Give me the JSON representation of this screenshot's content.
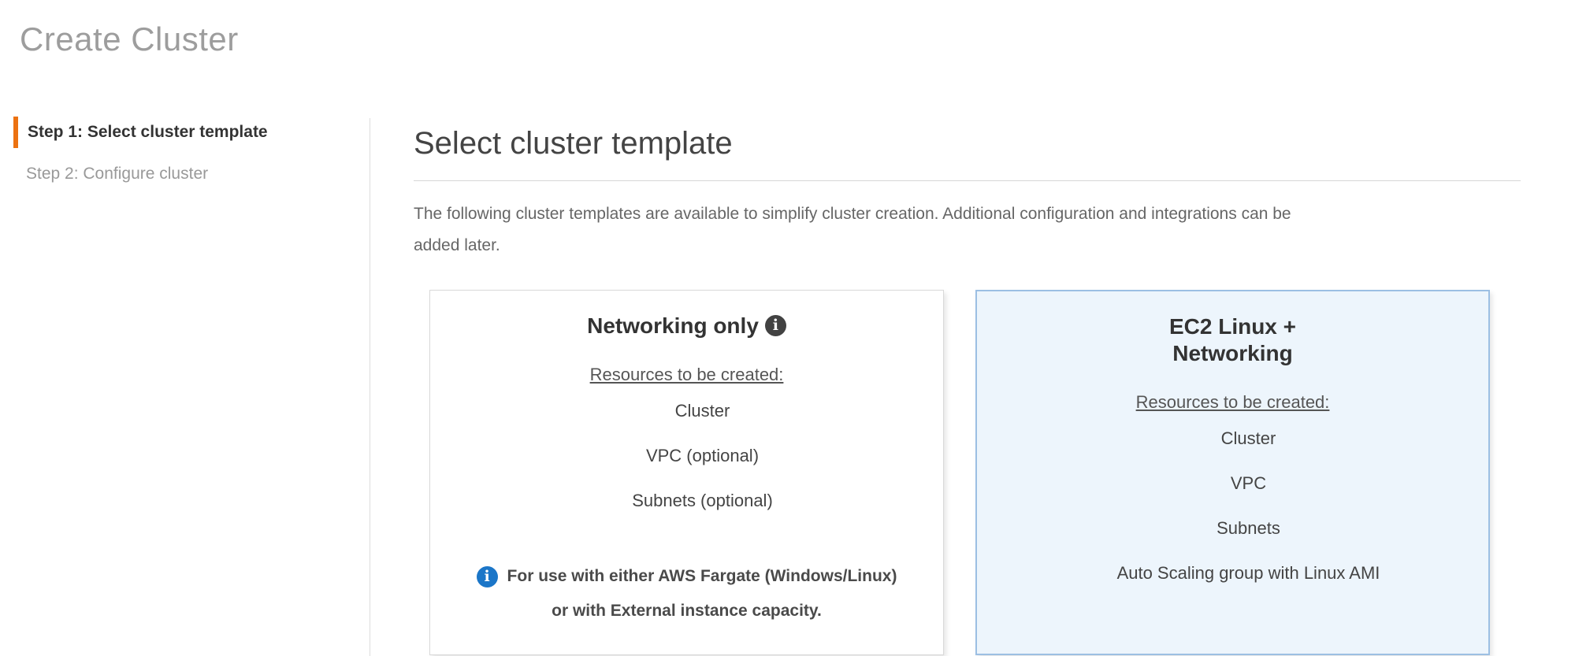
{
  "page": {
    "title": "Create Cluster"
  },
  "steps": [
    {
      "label": "Step 1: Select cluster template",
      "active": true
    },
    {
      "label": "Step 2: Configure cluster",
      "active": false
    }
  ],
  "main": {
    "heading": "Select cluster template",
    "description_lines": [
      "The following cluster templates are available to simplify cluster creation. Additional configuration and integrations can be",
      "added later."
    ]
  },
  "cards": [
    {
      "title": "Networking only",
      "title_info_icon": "info-icon",
      "resources_label": "Resources to be created:",
      "resources": [
        "Cluster",
        "VPC (optional)",
        "Subnets (optional)"
      ],
      "note_icon": "info-icon",
      "note_lines": [
        "For use with either AWS Fargate (Windows/Linux)",
        "or with External instance capacity."
      ],
      "selected": false
    },
    {
      "title_lines": [
        "EC2 Linux +",
        "Networking"
      ],
      "resources_label": "Resources to be created:",
      "resources": [
        "Cluster",
        "VPC",
        "Subnets",
        "Auto Scaling group with Linux AMI"
      ],
      "selected": true
    }
  ],
  "colors": {
    "accent_orange": "#ec7211",
    "page_title_gray": "#9d9d9d",
    "active_step_text": "#333333",
    "inactive_step_text": "#999999",
    "selected_card_background": "#edf5fc",
    "selected_card_border": "#9cbfe3",
    "card_border": "#d9d9d9",
    "title_info_icon_background": "#424242",
    "note_info_icon_background": "#1b76c8"
  }
}
